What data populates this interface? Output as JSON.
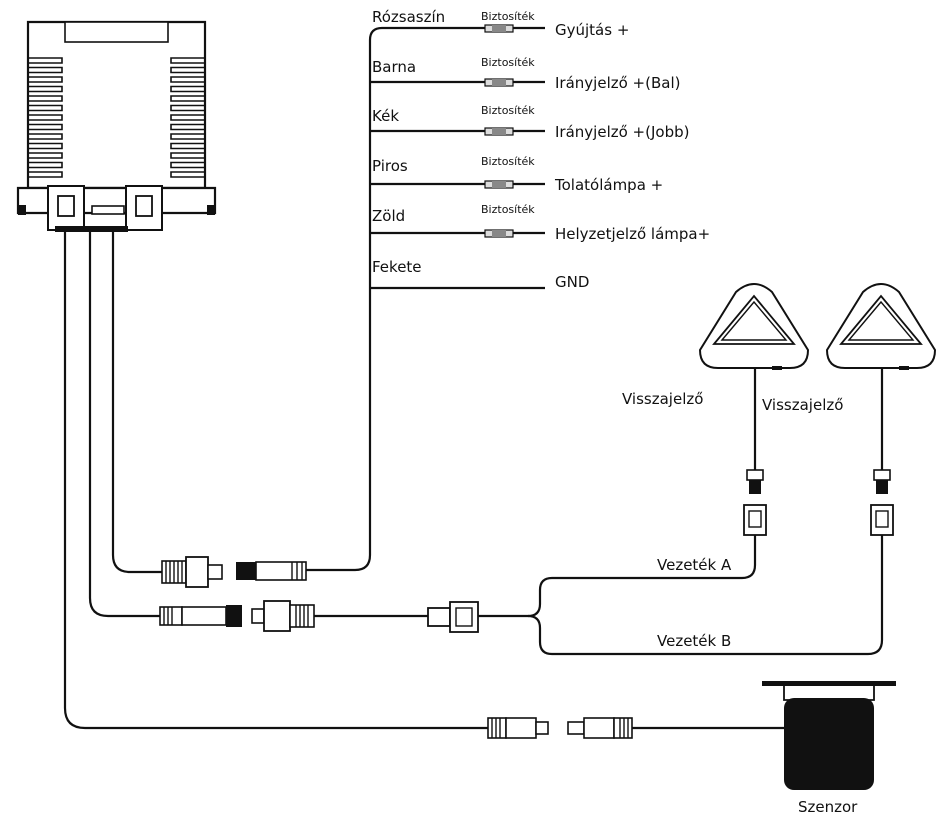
{
  "wires": [
    {
      "color": "Rózsaszín",
      "fuse": "Biztosíték",
      "target": "Gyújtás +"
    },
    {
      "color": "Barna",
      "fuse": "Biztosíték",
      "target": "Irányjelző +(Bal)"
    },
    {
      "color": "Kék",
      "fuse": "Biztosíték",
      "target": "Irányjelző +(Jobb)"
    },
    {
      "color": "Piros",
      "fuse": "Biztosíték",
      "target": "Tolatólámpa +"
    },
    {
      "color": "Zöld",
      "fuse": "Biztosíték",
      "target": "Helyzetjelző lámpa+"
    },
    {
      "color": "Fekete",
      "fuse": "",
      "target": "GND"
    }
  ],
  "indicators": {
    "left": "Visszajelző",
    "right": "Visszajelző"
  },
  "cables": {
    "a": "Vezeték A",
    "b": "Vezeték B"
  },
  "sensor": {
    "label": "Szenzor"
  }
}
